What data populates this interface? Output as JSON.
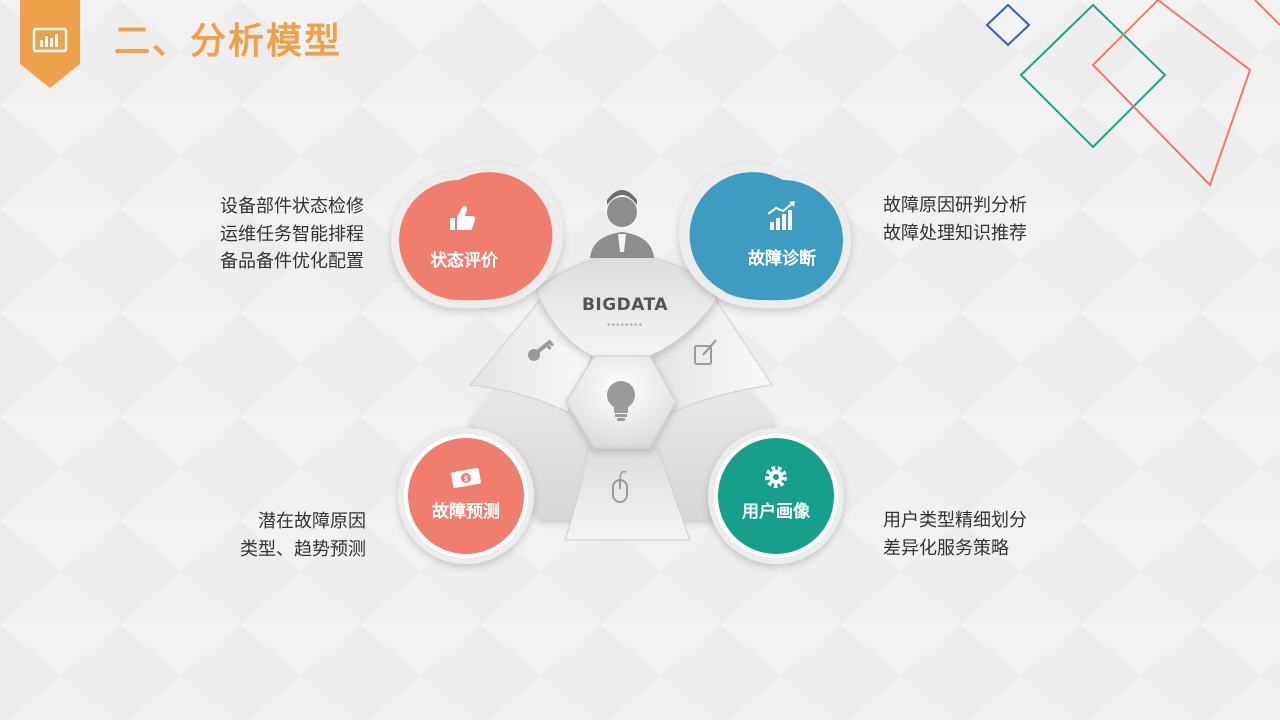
{
  "title": "二、分析模型",
  "center": {
    "label": "BIGDATA",
    "sub": "********"
  },
  "nodes": {
    "top_left": {
      "label": "状态评价",
      "color": "#f07e6e",
      "icon": "thumbs-up-icon"
    },
    "top_right": {
      "label": "故障诊断",
      "color": "#3e9cbf",
      "icon": "chart-trend-icon"
    },
    "bottom_left": {
      "label": "故障预测",
      "color": "#f07e6e",
      "icon": "money-icon"
    },
    "bottom_right": {
      "label": "用户画像",
      "color": "#12a08b",
      "icon": "gear-icon"
    }
  },
  "descriptions": {
    "top_left": [
      "设备部件状态检修",
      "运维任务智能排程",
      "备品备件优化配置"
    ],
    "top_right": [
      "故障原因研判分析",
      "故障处理知识推荐"
    ],
    "bottom_left": [
      "潜在故障原因",
      "类型、趋势预测"
    ],
    "bottom_right": [
      "用户类型精细划分",
      "差异化服务策略"
    ]
  },
  "center_icons": [
    "person-icon",
    "key-icon",
    "edit-icon",
    "lightbulb-icon",
    "mouse-icon"
  ],
  "colors": {
    "accent_orange": "#efa04a",
    "deco_blue": "#3a5fae",
    "deco_green": "#1aa38a",
    "deco_red": "#ec7a6b"
  }
}
